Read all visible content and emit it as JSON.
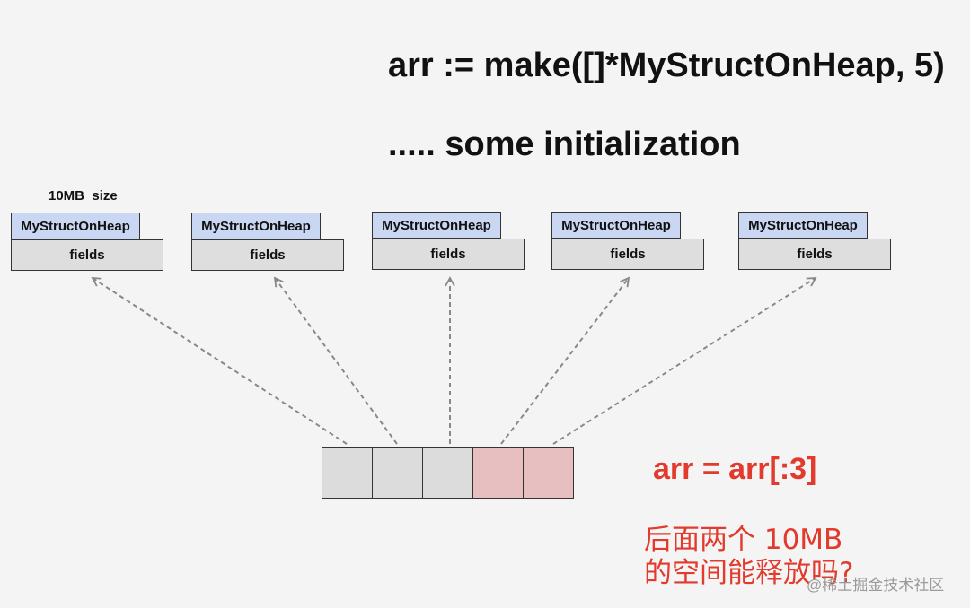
{
  "code": {
    "line1": "arr := make([]*MyStructOnHeap, 5)",
    "line2": "..... some initialization"
  },
  "size_label": "10MB  size",
  "structs": [
    {
      "header": "MyStructOnHeap",
      "body": "fields"
    },
    {
      "header": "MyStructOnHeap",
      "body": "fields"
    },
    {
      "header": "MyStructOnHeap",
      "body": "fields"
    },
    {
      "header": "MyStructOnHeap",
      "body": "fields"
    },
    {
      "header": "MyStructOnHeap",
      "body": "fields"
    }
  ],
  "slice": {
    "cells": [
      {
        "state": "kept"
      },
      {
        "state": "kept"
      },
      {
        "state": "kept"
      },
      {
        "state": "dropped"
      },
      {
        "state": "dropped"
      }
    ]
  },
  "reslice": "arr = arr[:3]",
  "question": {
    "line1": "后面两个 10MB",
    "line2": "的空间能释放吗?"
  },
  "watermark": "@稀土掘金技术社区",
  "colors": {
    "background": "#f4f4f4",
    "struct_header": "#c9d7f3",
    "struct_body": "#dedede",
    "cell_kept": "#dcdcdc",
    "cell_dropped": "#e8bfc0",
    "arrow": "#888888",
    "accent_red": "#e23a2c"
  }
}
